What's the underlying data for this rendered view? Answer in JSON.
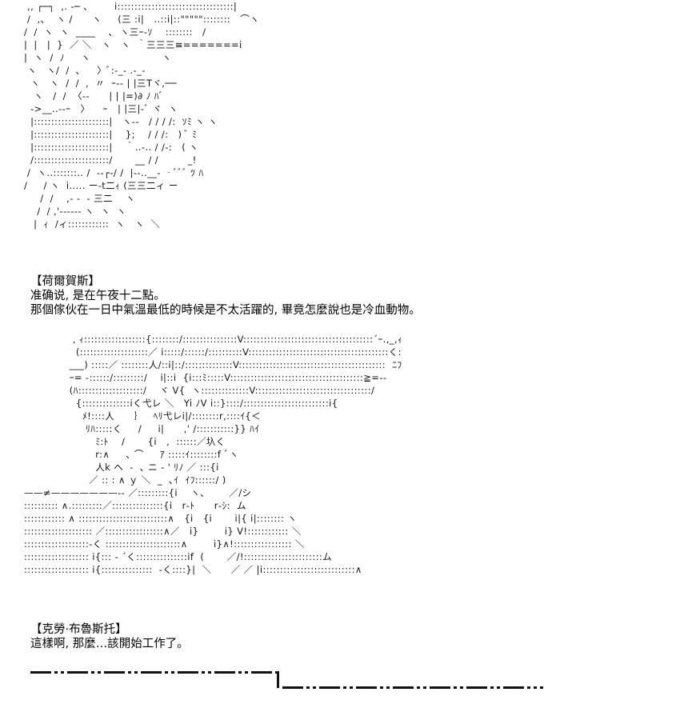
{
  "art": {
    "top": " ,, ┌─┐  ,. -─ ､        i::::::::::::::::::::::::::::::::::|\n /  ,、  ヽ /      ヽ     (三 :i|   ..::i|::\"\"\"\"\"::::::::   ⌒ヽ\n/  /  ヽ  ヽ  ____    ､  ヽ三ｰ-ｿ    ::::::::   /\n|  |   |  }  ／ ＼   ヽ   ヽ  ｀三三三≡=======i\n|  ヽ  /  ﾉ     ヽ                      ヽ\n ヽ   ヽ/  /  ､     〉ﾞ:-_- .-_-\n  ヽ   ヽ  /  /  ,  〃  ｰ-- | |三Tヾ,──\n   ヽ   /  /  〈--      | | |=)∂ ﾉ ﾊﾞ\n  ->__..--ｰ   〉    ｰ   | |三|-ﾞ ヾ  ヽ\n  |::::::::::::::::::::::|   ヽ--   / / / /:  ｿﾐ ヽ ヽ\n  |::::::::::::::::::::::|    };    / / /:   ) ﾞ ﾐ\n  |::::::::::::::::::::::|    ｀..‐.. / /‐:   ( ヽ\n  /::::::::::::::::::::::/       __ / /         _!\n /  ヽ..:::::::.. /  ‐‐┌‐/ /  |‐‐..__- ‐ﾞﾞﾞ ﾂ ﾊ\n/     / ヽ  i..... ー‐t二ｨ (三三二ィ ー\n     /  /    ,‐ ‐  ‐ 三二    ヽ\n    /  / ,'‐‐‐‐‐‐ ヽ  ヽ  ヽ\n   |  ｨ  /ィ::::::::::::  ヽ   ヽ  ＼",
    "bottom": "               , ｨ::::::::::::::::::{::::::::/::::::::::::::::V::::::::::::::::::::::::::::::::::::::´ｰ.,_,ｨ\n                (::::::::::::::::::::／ i:::::/::::::/::::::::::V:::::::::::::::::::::::::::::::::::::::::く:\n              ___) :::::／ ::::::::人/::i|::/::::::::::::::V:::::::::::::::::::::::::::::::::::::::::::  ﾆﾌ\n              ｰ= -::::::/:::::::::/    i|::i  {i:::ﾐ:::::V:::::::::::::::::::::::::::::::::::::::≧=-‐\n              (ﾊ:::::::::::::::::::/    ヾ V{  ヽ::::::::::::::V::::::::::::::::::::::::::::::::::/\n                {::::::::::::::iく弋レ ＼   Yi ﾉV i::}::::/:::::::::::::::::::::::::i{\n                  ﾒ!::::人      ｝   ﾍﾘ弋レi|/::::::::r,::::ｲ{＜\n                   ﾘﾊ:::::く     /     i|      ,' /:::::::::::}} ﾊｲ\n                      ﾐ:ﾄ    /       {i   ,  ::::::／圦く\n                      r:∧     ､ ⌒     ｱ :::::ｲ::::::::f ﾞヽ\n                      人k ヘ  ‐  ､ ニ ‐ ' ﾘﾉ ／ :::{i\n                    ／ :: : ∧ ｙ ＼  _  ､ｲ  ｲﾌ::::::/ )\n——≠———————‐‐ ／:::::::::{i    ヽ、      ／/シ\n:::::::::: ∧.:::::::::／:::::::::::::::{i   r‐ﾄ      r‐ｼ:  ム\n:::::::::::: ∧ ::::::::::::::::::::::::::∧   {i   {i       i|{ i|:::::::: ヽ\n:::::::::::::::::::: ／:::::::::::::::::∧／   i}        i} V!:::::::::::: ＼\n:::::::::::::::::::‐く ::::::::::::::::::::::∧        i}∧!::::::::::::::::: ＼\n::::::::::::::::::: i{::: ‐ ´く:::::::::::::::if  (       ／/!:::::::::::::::::::::::ム\n::::::::::::::::::: i{:::::::::::::::  ‐く::::}|  ＼      ／ ／ |i:::::::::::::::::::::::::::∧"
  },
  "dialogue1": {
    "speaker": "【荷爾賀斯】",
    "line1": "准确说, 是在午夜十二點。",
    "line2": "那個傢伙在一日中氣溫最低的時候是不太活躍的, 畢竟怎麼說也是冷血動物。"
  },
  "dialogue2": {
    "speaker": "【克勞·布魯斯托】",
    "line1": "這樣啊, 那麼…該開始工作了。"
  },
  "colors": {
    "background": "#ffffff",
    "text": "#000000"
  }
}
